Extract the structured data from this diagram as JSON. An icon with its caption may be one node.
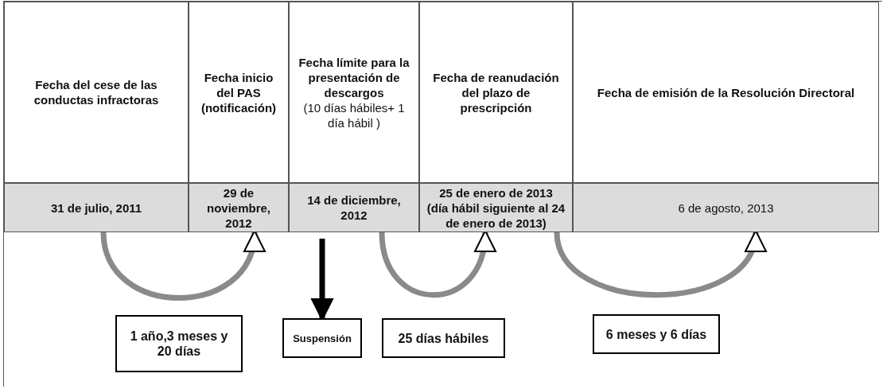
{
  "diagram": {
    "nodes": [
      {
        "text": [
          "Fecha del cese de las conductas infractoras"
        ]
      },
      {
        "text": [
          "Fecha inicio del PAS (notificación)"
        ]
      },
      {
        "text": [
          "Fecha límite para la presentación de descargos",
          "(10 días hábiles+ 1 día hábil )"
        ]
      },
      {
        "text": [
          "Fecha de reanudación del plazo de prescripción"
        ]
      },
      {
        "text": [
          "Fecha de emisión de la Resolución Directoral"
        ]
      },
      {
        "text": [
          "31 de julio, 2011"
        ]
      },
      {
        "text": [
          "29 de noviembre, 2012"
        ]
      },
      {
        "text": [
          "14 de diciembre, 2012"
        ]
      },
      {
        "text": [
          "25 de enero de 2013",
          "(día hábil siguiente al 24 de enero de 2013)"
        ]
      },
      {
        "text": [
          "6 de agosto, 2013"
        ]
      },
      {
        "text": [
          "1 año,3 meses y 20 días"
        ]
      },
      {
        "text": [
          "Suspensión"
        ]
      },
      {
        "text": [
          "25 días hábiles"
        ]
      },
      {
        "text": [
          "6 meses y 6 días"
        ]
      }
    ],
    "edges": [
      {
        "from": 5,
        "to": 6,
        "arrow": "to"
      },
      {
        "from": 7,
        "to": 11,
        "arrow": "to",
        "color": "#000000"
      },
      {
        "from": 7,
        "to": 8,
        "arrow": "to"
      },
      {
        "from": 8,
        "to": 9,
        "arrow": "to"
      }
    ]
  }
}
